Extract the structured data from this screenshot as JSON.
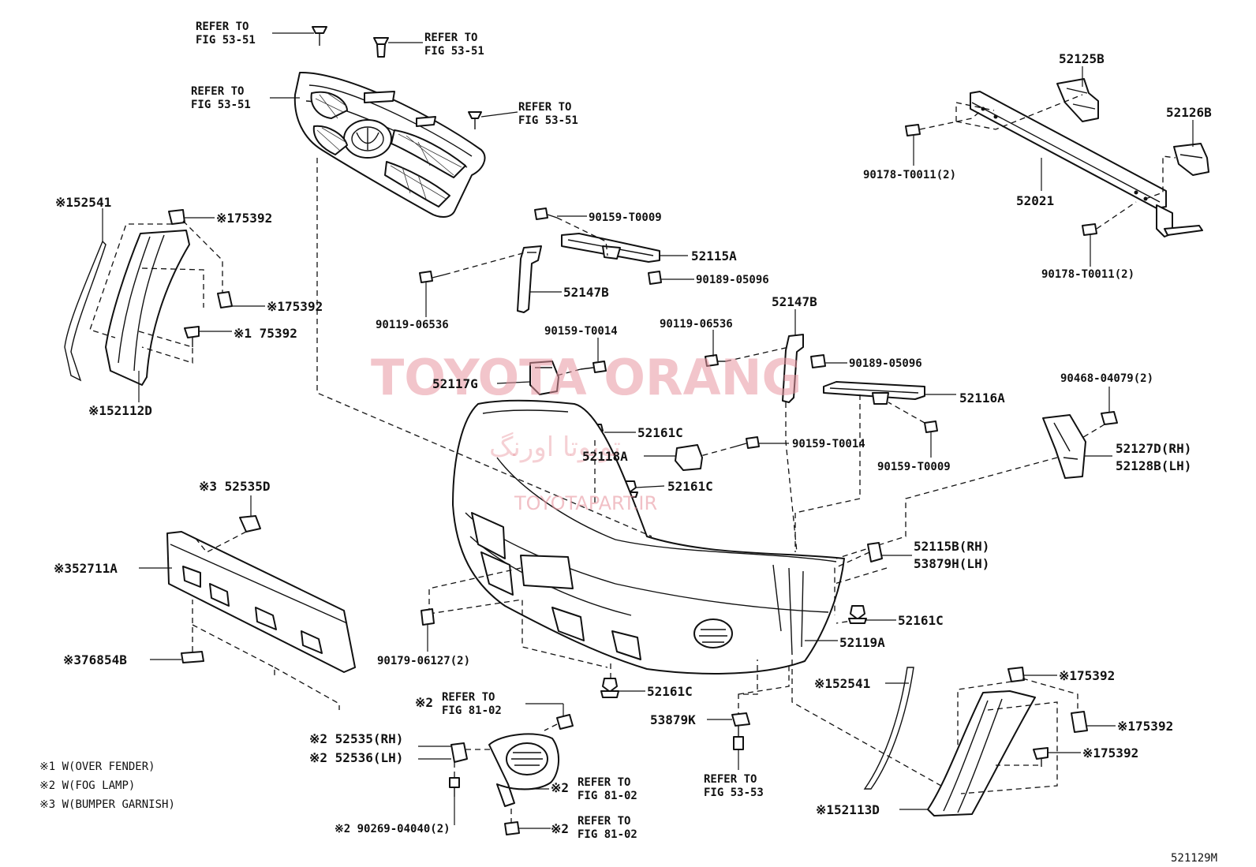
{
  "labels": {
    "refer_tl": [
      "REFER TO",
      "FIG 53-51"
    ],
    "refer_tm": [
      "REFER TO",
      "FIG 53-51"
    ],
    "refer_l": [
      "REFER TO",
      "FIG 53-51"
    ],
    "refer_r": [
      "REFER TO",
      "FIG 53-51"
    ],
    "p52125b": "52125B",
    "p52126b": "52126B",
    "p52021": "52021",
    "p90178_top": "90178-T0011(2)",
    "p90178_bot": "90178-T0011(2)",
    "p90159_t0009_top": "90159-T0009",
    "p52115a": "52115A",
    "p90189_top": "90189-05096",
    "p52147b_left": "52147B",
    "p90119_left": "90119-06536",
    "p90159_t0014_left": "90159-T0014",
    "p52117g": "52117G",
    "p52147b_right": "52147B",
    "p90119_right": "90119-06536",
    "p90189_right": "90189-05096",
    "p52116a": "52116A",
    "p52161c_a": "52161C",
    "p52118a": "52118A",
    "p90159_t0014_mid": "90159-T0014",
    "p90159_t0009_mid": "90159-T0009",
    "p52161c_b": "52161C",
    "p90468": "90468-04079(2)",
    "p52127d": "52127D(RH)",
    "p52128b": "52128B(LH)",
    "p52541_left": "※152541",
    "p175392_1": "※175392",
    "p175392_2": "※175392",
    "p175392_3": "※1 75392",
    "p52112d": "※152112D",
    "p52535d": "※3 52535D",
    "p52711a": "※352711A",
    "p76854b": "※376854B",
    "p52115b": "52115B(RH)",
    "p53879h": "53879H(LH)",
    "p52161c_c": "52161C",
    "p52119a": "52119A",
    "p90179": "90179-06127(2)",
    "p52161c_d": "52161C",
    "refer_fog_top_mark": "※2",
    "refer_fog_top": [
      "REFER TO",
      "FIG 81-02"
    ],
    "p52535rh": "※2 52535(RH)",
    "p52536lh": "※2 52536(LH)",
    "refer_fog_mid_mark": "※2",
    "refer_fog_mid": [
      "REFER TO",
      "FIG 81-02"
    ],
    "refer_fog_bot_mark": "※2",
    "refer_fog_bot": [
      "REFER TO",
      "FIG 81-02"
    ],
    "p90269": "※2 90269-04040(2)",
    "p53879k": "53879K",
    "refer_5353": [
      "REFER TO",
      "FIG 53-53"
    ],
    "p52541_right": "※152541",
    "p175392_4": "※175392",
    "p175392_5": "※175392",
    "p175392_6": "※175392",
    "p52113d": "※152113D"
  },
  "notes": [
    "※1 W(OVER FENDER)",
    "※2 W(FOG LAMP)",
    "※3 W(BUMPER GARNISH)"
  ],
  "figure_id": "521129M",
  "watermark": {
    "main": "TOYOTA ORANG",
    "persian": "تویوتا اورنگ",
    "url": "TOYOTAPART.IR"
  },
  "colors": {
    "line": "#111111",
    "watermark": "#e896a0"
  }
}
